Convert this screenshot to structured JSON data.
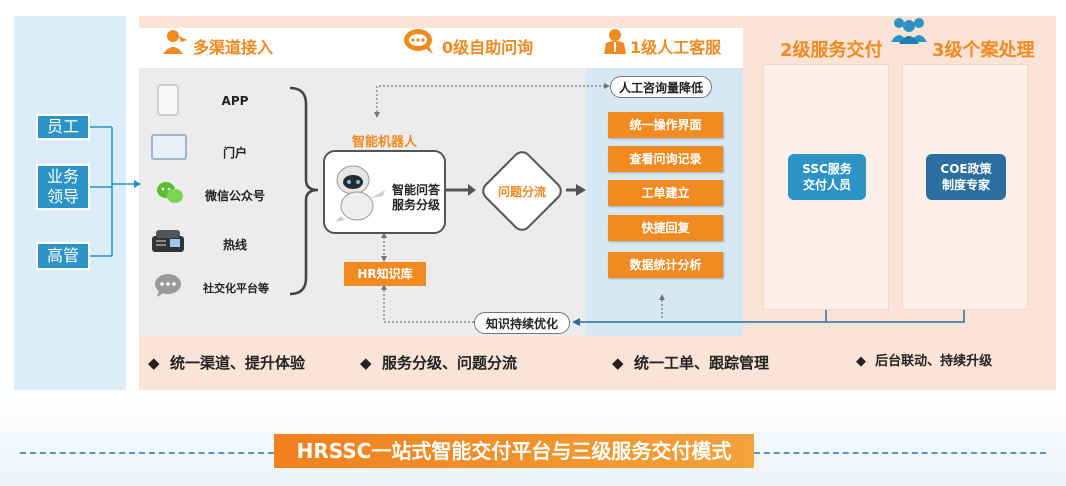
{
  "users": [
    "员工",
    "业务\n领导",
    "高管"
  ],
  "headers": {
    "channels": "多渠道接入",
    "self_service": "0级自助问询",
    "manual": "1级人工客服",
    "level2": "2级服务交付",
    "level3": "3级个案处理"
  },
  "channels": [
    {
      "label": "APP",
      "icon": "phone-icon"
    },
    {
      "label": "门户",
      "icon": "portal-icon"
    },
    {
      "label": "微信公众号",
      "icon": "wechat-icon"
    },
    {
      "label": "热线",
      "icon": "hotline-icon"
    },
    {
      "label": "社交化平台等",
      "icon": "chat-icon"
    }
  ],
  "robot": {
    "title": "智能机器人",
    "text": "智能问答\n服务分级"
  },
  "triage": "问题分流",
  "knowledge_base": "HR知识库",
  "reduce_consult": "人工咨询量降低",
  "manual_items": [
    "统一操作界面",
    "查看问询记录",
    "工单建立",
    "快捷回复",
    "数据统计分析"
  ],
  "level2_box": "SSC服务\n交付人员",
  "level3_box": "COE政策\n制度专家",
  "optimize": "知识持续优化",
  "bottom": [
    "统一渠道、提升体验",
    "服务分级、问题分流",
    "统一工单、跟踪管理",
    "后台联动、持续升级"
  ],
  "banner": "HRSSC一站式智能交付平台与三级服务交付模式",
  "colors": {
    "accent": "#f08a21",
    "blue": "#2b93c6",
    "dark_blue": "#2a6fa0"
  }
}
